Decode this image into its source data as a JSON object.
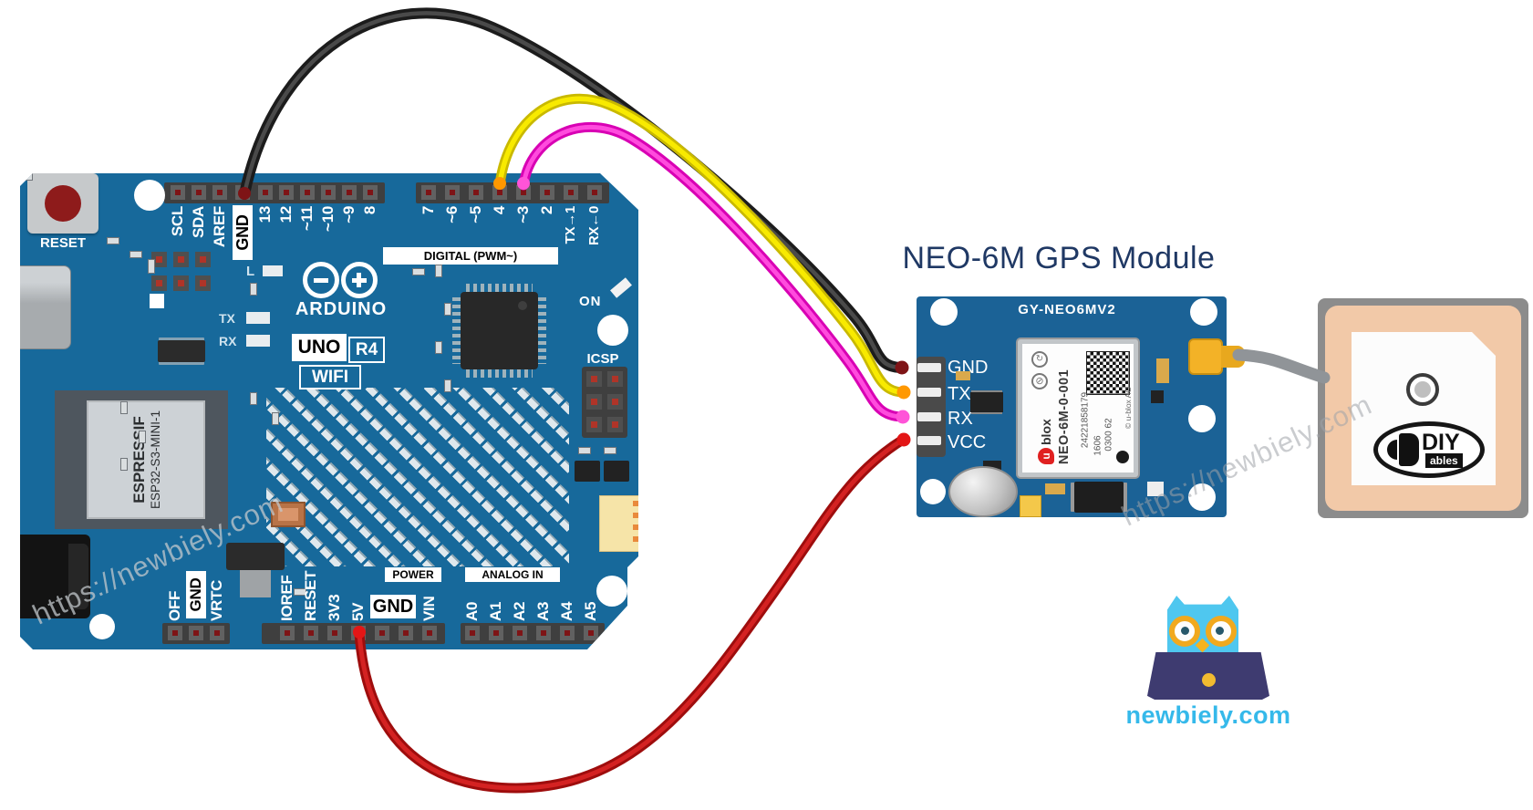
{
  "title": "NEO-6M GPS Module",
  "watermark": "https://newbiely.com",
  "brand": {
    "site": "newbiely.com"
  },
  "arduino": {
    "reset_label": "RESET",
    "logo_text": "ARDUINO",
    "model": {
      "uno": "UNO",
      "r4": "R4",
      "wifi": "WIFI"
    },
    "esp32": {
      "line1": "ESPRESSIF",
      "line2": "ESP32-S3-MINI-1"
    },
    "leds": {
      "l": "L",
      "tx": "TX",
      "rx": "RX",
      "on": "ON"
    },
    "icsp_label": "ICSP",
    "digital_strip": "DIGITAL (PWM~)",
    "power_strip": "POWER",
    "analog_strip": "ANALOG IN",
    "top_pins_left": [
      "SCL",
      "SDA",
      "AREF",
      "GND",
      "13",
      "12",
      "~11",
      "~10",
      "~9",
      "8"
    ],
    "top_pins_right": [
      "7",
      "~6",
      "~5",
      "4",
      "~3",
      "2",
      "TX→1",
      "RX←0"
    ],
    "bottom_pins_left": [
      "OFF",
      "GND",
      "VRTC"
    ],
    "bottom_pins_center": [
      "IOREF",
      "RESET",
      "3V3",
      "5V",
      "GND",
      "VIN"
    ],
    "bottom_pins_right": [
      "A0",
      "A1",
      "A2",
      "A3",
      "A4",
      "A5"
    ]
  },
  "gps": {
    "board_label": "GY-NEO6MV2",
    "pins": [
      "GND",
      "TX",
      "RX",
      "VCC"
    ],
    "chip": {
      "brand": "blox",
      "part": "NEO-6M-0-001",
      "serial": "24221858179",
      "code1": "1606",
      "code2": "0300 62",
      "copyright": "© u-blox AG"
    }
  },
  "antenna": {
    "logo_main": "DIY",
    "logo_sub": "ables"
  },
  "connections": [
    {
      "wire": "black",
      "color": "#4A4A4A",
      "outline": "#1C1C1C",
      "from": "Arduino GND",
      "to": "GPS GND"
    },
    {
      "wire": "yellow",
      "color": "#F8EA00",
      "outline": "#C9B900",
      "from": "Arduino D4",
      "to": "GPS TX"
    },
    {
      "wire": "magenta",
      "color": "#FF4BDD",
      "outline": "#D800B4",
      "from": "Arduino D3",
      "to": "GPS RX"
    },
    {
      "wire": "red",
      "color": "#D42222",
      "outline": "#9E0D0D",
      "from": "Arduino 5V",
      "to": "GPS VCC"
    }
  ]
}
